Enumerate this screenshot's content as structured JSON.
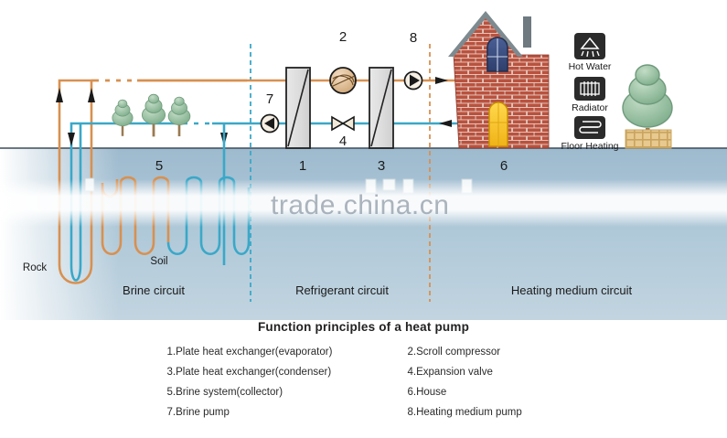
{
  "diagram": {
    "title": "Function principles of a heat pump",
    "watermark": "trade.china.cn",
    "ground_labels": {
      "rock": "Rock",
      "soil": "Soil"
    },
    "circuits": [
      {
        "id": "brine",
        "label": "Brine circuit",
        "color": "#3aa8c8"
      },
      {
        "id": "refrigerant",
        "label": "Refrigerant circuit",
        "color": "#3aa8c8"
      },
      {
        "id": "heating",
        "label": "Heating medium circuit",
        "color": "#d89050"
      }
    ],
    "callouts": [
      {
        "number": "1",
        "position": "ground"
      },
      {
        "number": "2",
        "position": "top"
      },
      {
        "number": "3",
        "position": "ground"
      },
      {
        "number": "4",
        "position": "below"
      },
      {
        "number": "5",
        "position": "ground"
      },
      {
        "number": "6",
        "position": "ground"
      },
      {
        "number": "7",
        "position": "top"
      },
      {
        "number": "8",
        "position": "top"
      }
    ],
    "appliances": [
      {
        "icon": "hot-water-icon",
        "label": "Hot Water"
      },
      {
        "icon": "radiator-icon",
        "label": "Radiator"
      },
      {
        "icon": "floor-heating-icon",
        "label": "Floor Heating"
      }
    ],
    "colors": {
      "hot_pipe": "#d89050",
      "cold_pipe": "#3aa8c8",
      "ground_top": "#9fbcce",
      "ground_bottom": "#b9cedc",
      "brick": "#b54a3a",
      "roof": "#7d8a90",
      "tree": "#8fc0a0",
      "icon_bg": "#2b2b2b"
    }
  },
  "legend": {
    "title": "Function principles of a heat pump",
    "left": [
      "1.Plate heat exchanger(evaporator)",
      "3.Plate heat exchanger(condenser)",
      "5.Brine system(collector)",
      "7.Brine pump"
    ],
    "right": [
      "2.Scroll compressor",
      "4.Expansion valve",
      "6.House",
      "8.Heating medium pump"
    ]
  }
}
